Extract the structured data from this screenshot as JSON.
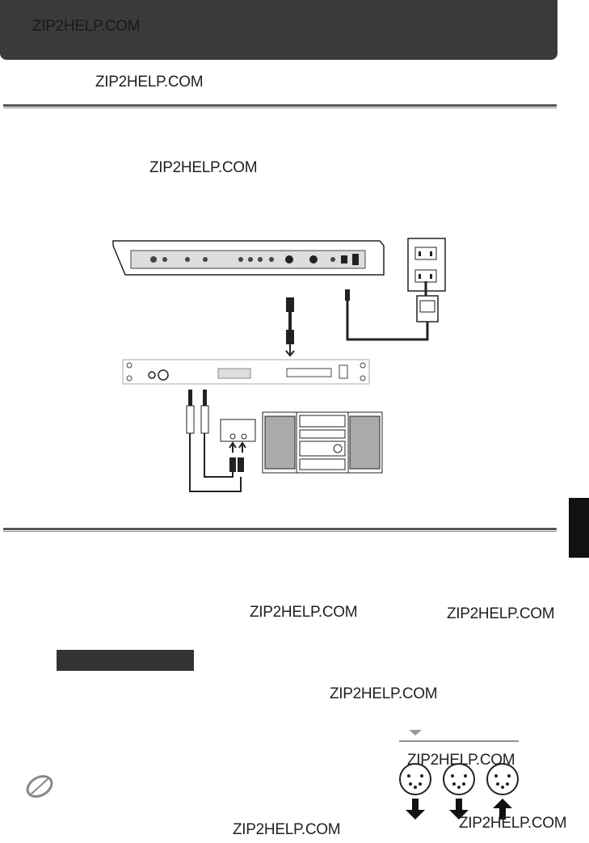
{
  "watermarks": {
    "w1": "ZIP2HELP.COM",
    "w2": "ZIP2HELP.COM",
    "w3": "ZIP2HELP.COM",
    "w4": "ZIP2HELP.COM",
    "w5": "ZIP2HELP.COM",
    "w6": "ZIP2HELP.COM",
    "w7": "ZIP2HELP.COM",
    "w8": "ZIP2HELP.COM",
    "w9": "ZIP2HELP.COM"
  },
  "colors": {
    "header": "#3a3a3a",
    "rule": "#555555",
    "tab": "#111111",
    "label": "#333333"
  },
  "icons": {
    "note": "note-pencil-icon",
    "midi_out": "down-arrow-icon",
    "midi_in": "up-arrow-icon"
  }
}
